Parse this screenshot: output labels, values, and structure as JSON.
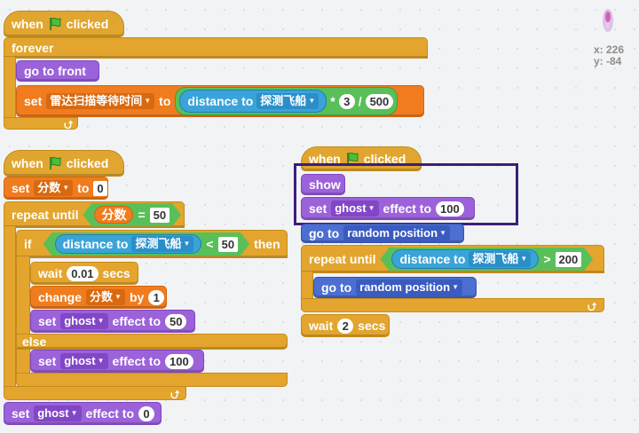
{
  "sprite": {
    "x_label": "x: 226",
    "y_label": "y: -84"
  },
  "script1": {
    "hat_when": "when",
    "hat_clicked": "clicked",
    "forever": "forever",
    "go_to_front": "go to front",
    "set_label": "set",
    "var_radar": "雷达扫描等待时间",
    "to_label": "to",
    "distance_label": "distance to",
    "target": "探测飞船",
    "mult": "*",
    "mult_val": "3",
    "div": "/",
    "div_val": "500"
  },
  "script2": {
    "hat_when": "when",
    "hat_clicked": "clicked",
    "set_label": "set",
    "var_score": "分数",
    "to_label": "to",
    "init_val": "0",
    "repeat_until": "repeat until",
    "eq": "=",
    "eq_val": "50",
    "if_label": "if",
    "distance_label": "distance to",
    "target": "探测飞船",
    "lt": "<",
    "lt_val": "50",
    "then": "then",
    "wait_label": "wait",
    "wait_val": "0.01",
    "secs": "secs",
    "change_label": "change",
    "by_label": "by",
    "by_val": "1",
    "ghost": "ghost",
    "effect_to": "effect to",
    "ghost_val1": "50",
    "else_label": "else",
    "ghost_val2": "100",
    "ghost_val3": "0"
  },
  "script3": {
    "hat_when": "when",
    "hat_clicked": "clicked",
    "show": "show",
    "set_label": "set",
    "ghost": "ghost",
    "effect_to": "effect to",
    "ghost_val": "100",
    "go_to": "go to",
    "random_position": "random position",
    "repeat_until": "repeat until",
    "distance_label": "distance to",
    "target": "探测飞船",
    "gt": ">",
    "gt_val": "200",
    "wait_label": "wait",
    "wait_val": "2",
    "secs": "secs"
  },
  "colors": {
    "events": "#e0a62f",
    "looks": "#9b62da",
    "data": "#f07c1f",
    "motion": "#4c6fd1",
    "sensing": "#3aa4d8",
    "operators": "#59c059",
    "highlight": "#3b1f7a"
  }
}
